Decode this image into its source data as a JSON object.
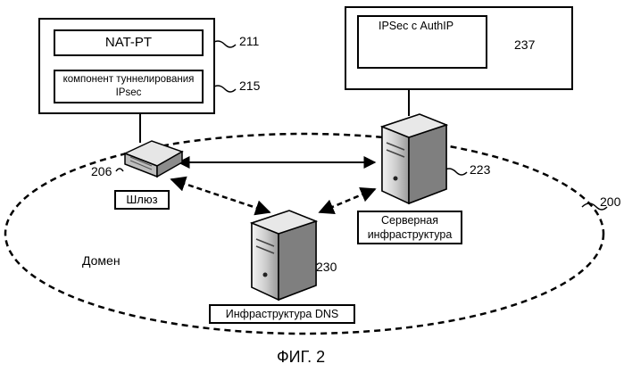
{
  "figure": {
    "caption": "ФИГ. 2",
    "domain_label": "Домен",
    "domain_ref": "200"
  },
  "gateway": {
    "ref": "206",
    "label": "Шлюз",
    "panel": {
      "nat_pt_label": "NAT-PT",
      "nat_pt_ref": "211",
      "tunnel_label_line1": "компонент туннелирования",
      "tunnel_label_line2": "IPsec",
      "tunnel_ref": "215"
    }
  },
  "server": {
    "ref": "223",
    "label_line1": "Серверная",
    "label_line2": "инфраструктура",
    "panel": {
      "ipsec_label": "IPSec с AuthIP",
      "ipsec_ref": "237"
    }
  },
  "dns": {
    "ref": "230",
    "label": "Инфраструктура DNS"
  },
  "colors": {
    "stroke": "#000000",
    "background": "#ffffff",
    "server_fill": "#d9d9d9"
  }
}
